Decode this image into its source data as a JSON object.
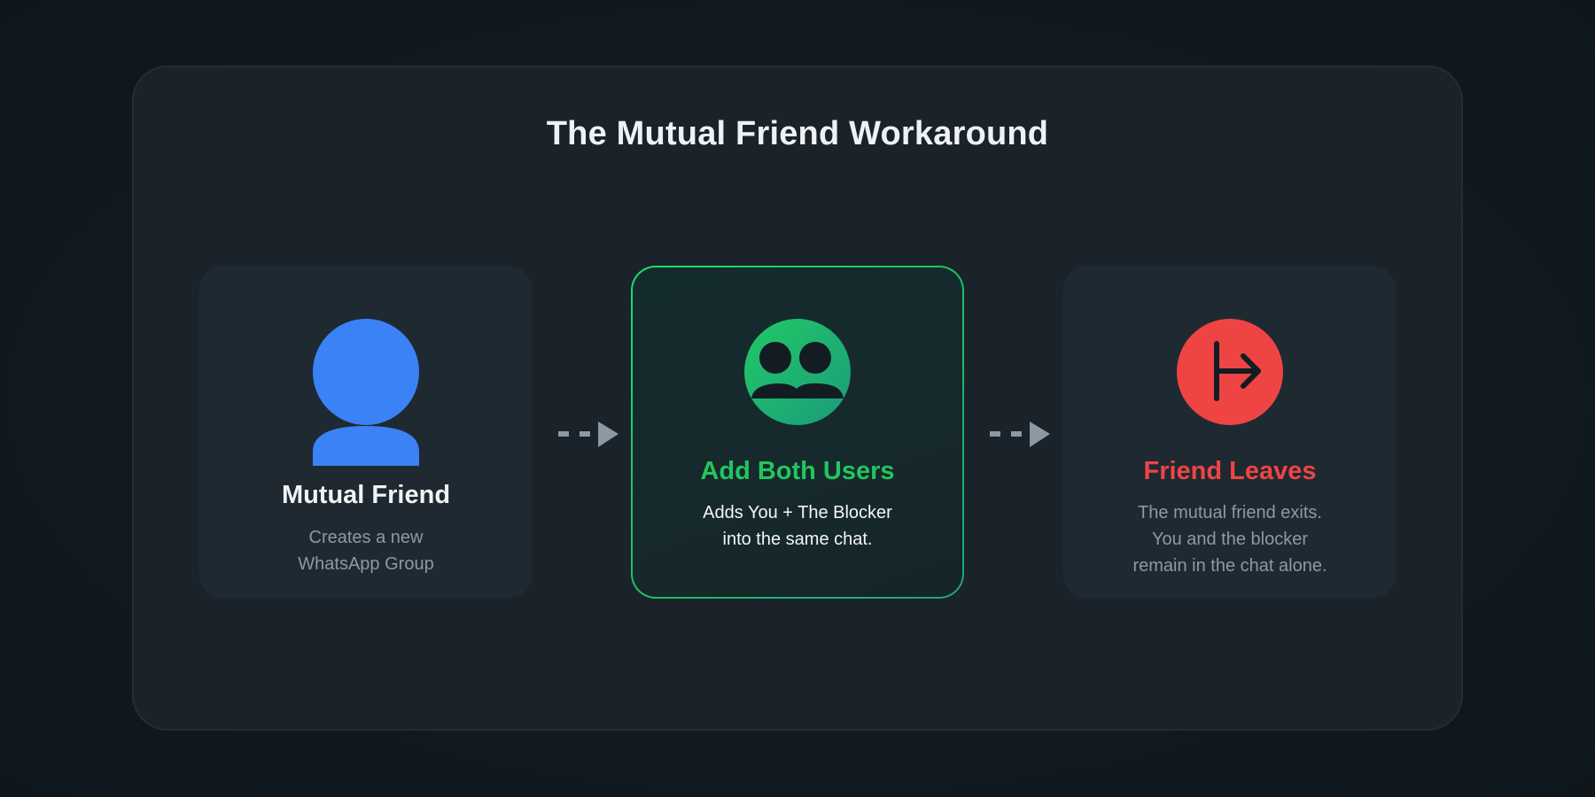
{
  "title": "The Mutual Friend Workaround",
  "colors": {
    "page_bg": "#111a21",
    "container_bg": "#1a222a",
    "card_bg": "#1f2931",
    "blue": "#3b82f6",
    "green": "#22c55e",
    "teal": "#1fa380",
    "red": "#ef4444",
    "arrow": "#8b98a5",
    "muted_text": "#8c99a6"
  },
  "steps": [
    {
      "icon": "person-icon",
      "title": "Mutual Friend",
      "desc_lines": [
        "Creates a new",
        "WhatsApp Group"
      ]
    },
    {
      "icon": "group-users-icon",
      "title": "Add Both Users",
      "desc_lines": [
        "Adds You + The Blocker",
        "into the same chat."
      ],
      "highlighted": true
    },
    {
      "icon": "exit-arrow-icon",
      "title": "Friend Leaves",
      "desc_lines": [
        "The mutual friend exits.",
        "You and the blocker",
        "remain in the chat alone."
      ]
    }
  ],
  "connectors": [
    "dashed-arrow-icon",
    "dashed-arrow-icon"
  ]
}
